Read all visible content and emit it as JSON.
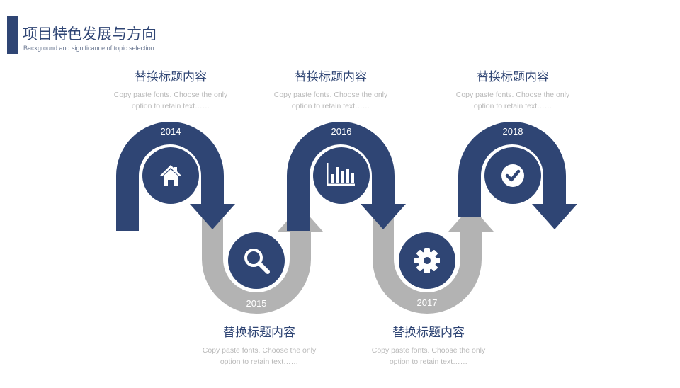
{
  "header": {
    "title": "项目特色发展与方向",
    "subtitle": "Background and significance of topic selection"
  },
  "colors": {
    "primary": "#2f4574",
    "secondary": "#b3b3b3",
    "text_muted": "#b9b9b9"
  },
  "steps": [
    {
      "year": "2014",
      "title": "替换标题内容",
      "desc_line1": "Copy paste fonts. Choose the only",
      "desc_line2": "option to retain text……",
      "icon": "home-icon"
    },
    {
      "year": "2015",
      "title": "替换标题内容",
      "desc_line1": "Copy paste fonts. Choose the only",
      "desc_line2": "option to retain text……",
      "icon": "search-icon"
    },
    {
      "year": "2016",
      "title": "替换标题内容",
      "desc_line1": "Copy paste fonts. Choose the only",
      "desc_line2": "option to retain text……",
      "icon": "bar-chart-icon"
    },
    {
      "year": "2017",
      "title": "替换标题内容",
      "desc_line1": "Copy paste fonts. Choose the only",
      "desc_line2": "option to retain text……",
      "icon": "gear-icon"
    },
    {
      "year": "2018",
      "title": "替换标题内容",
      "desc_line1": "Copy paste fonts. Choose the only",
      "desc_line2": "option to retain text……",
      "icon": "check-circle-icon"
    }
  ]
}
